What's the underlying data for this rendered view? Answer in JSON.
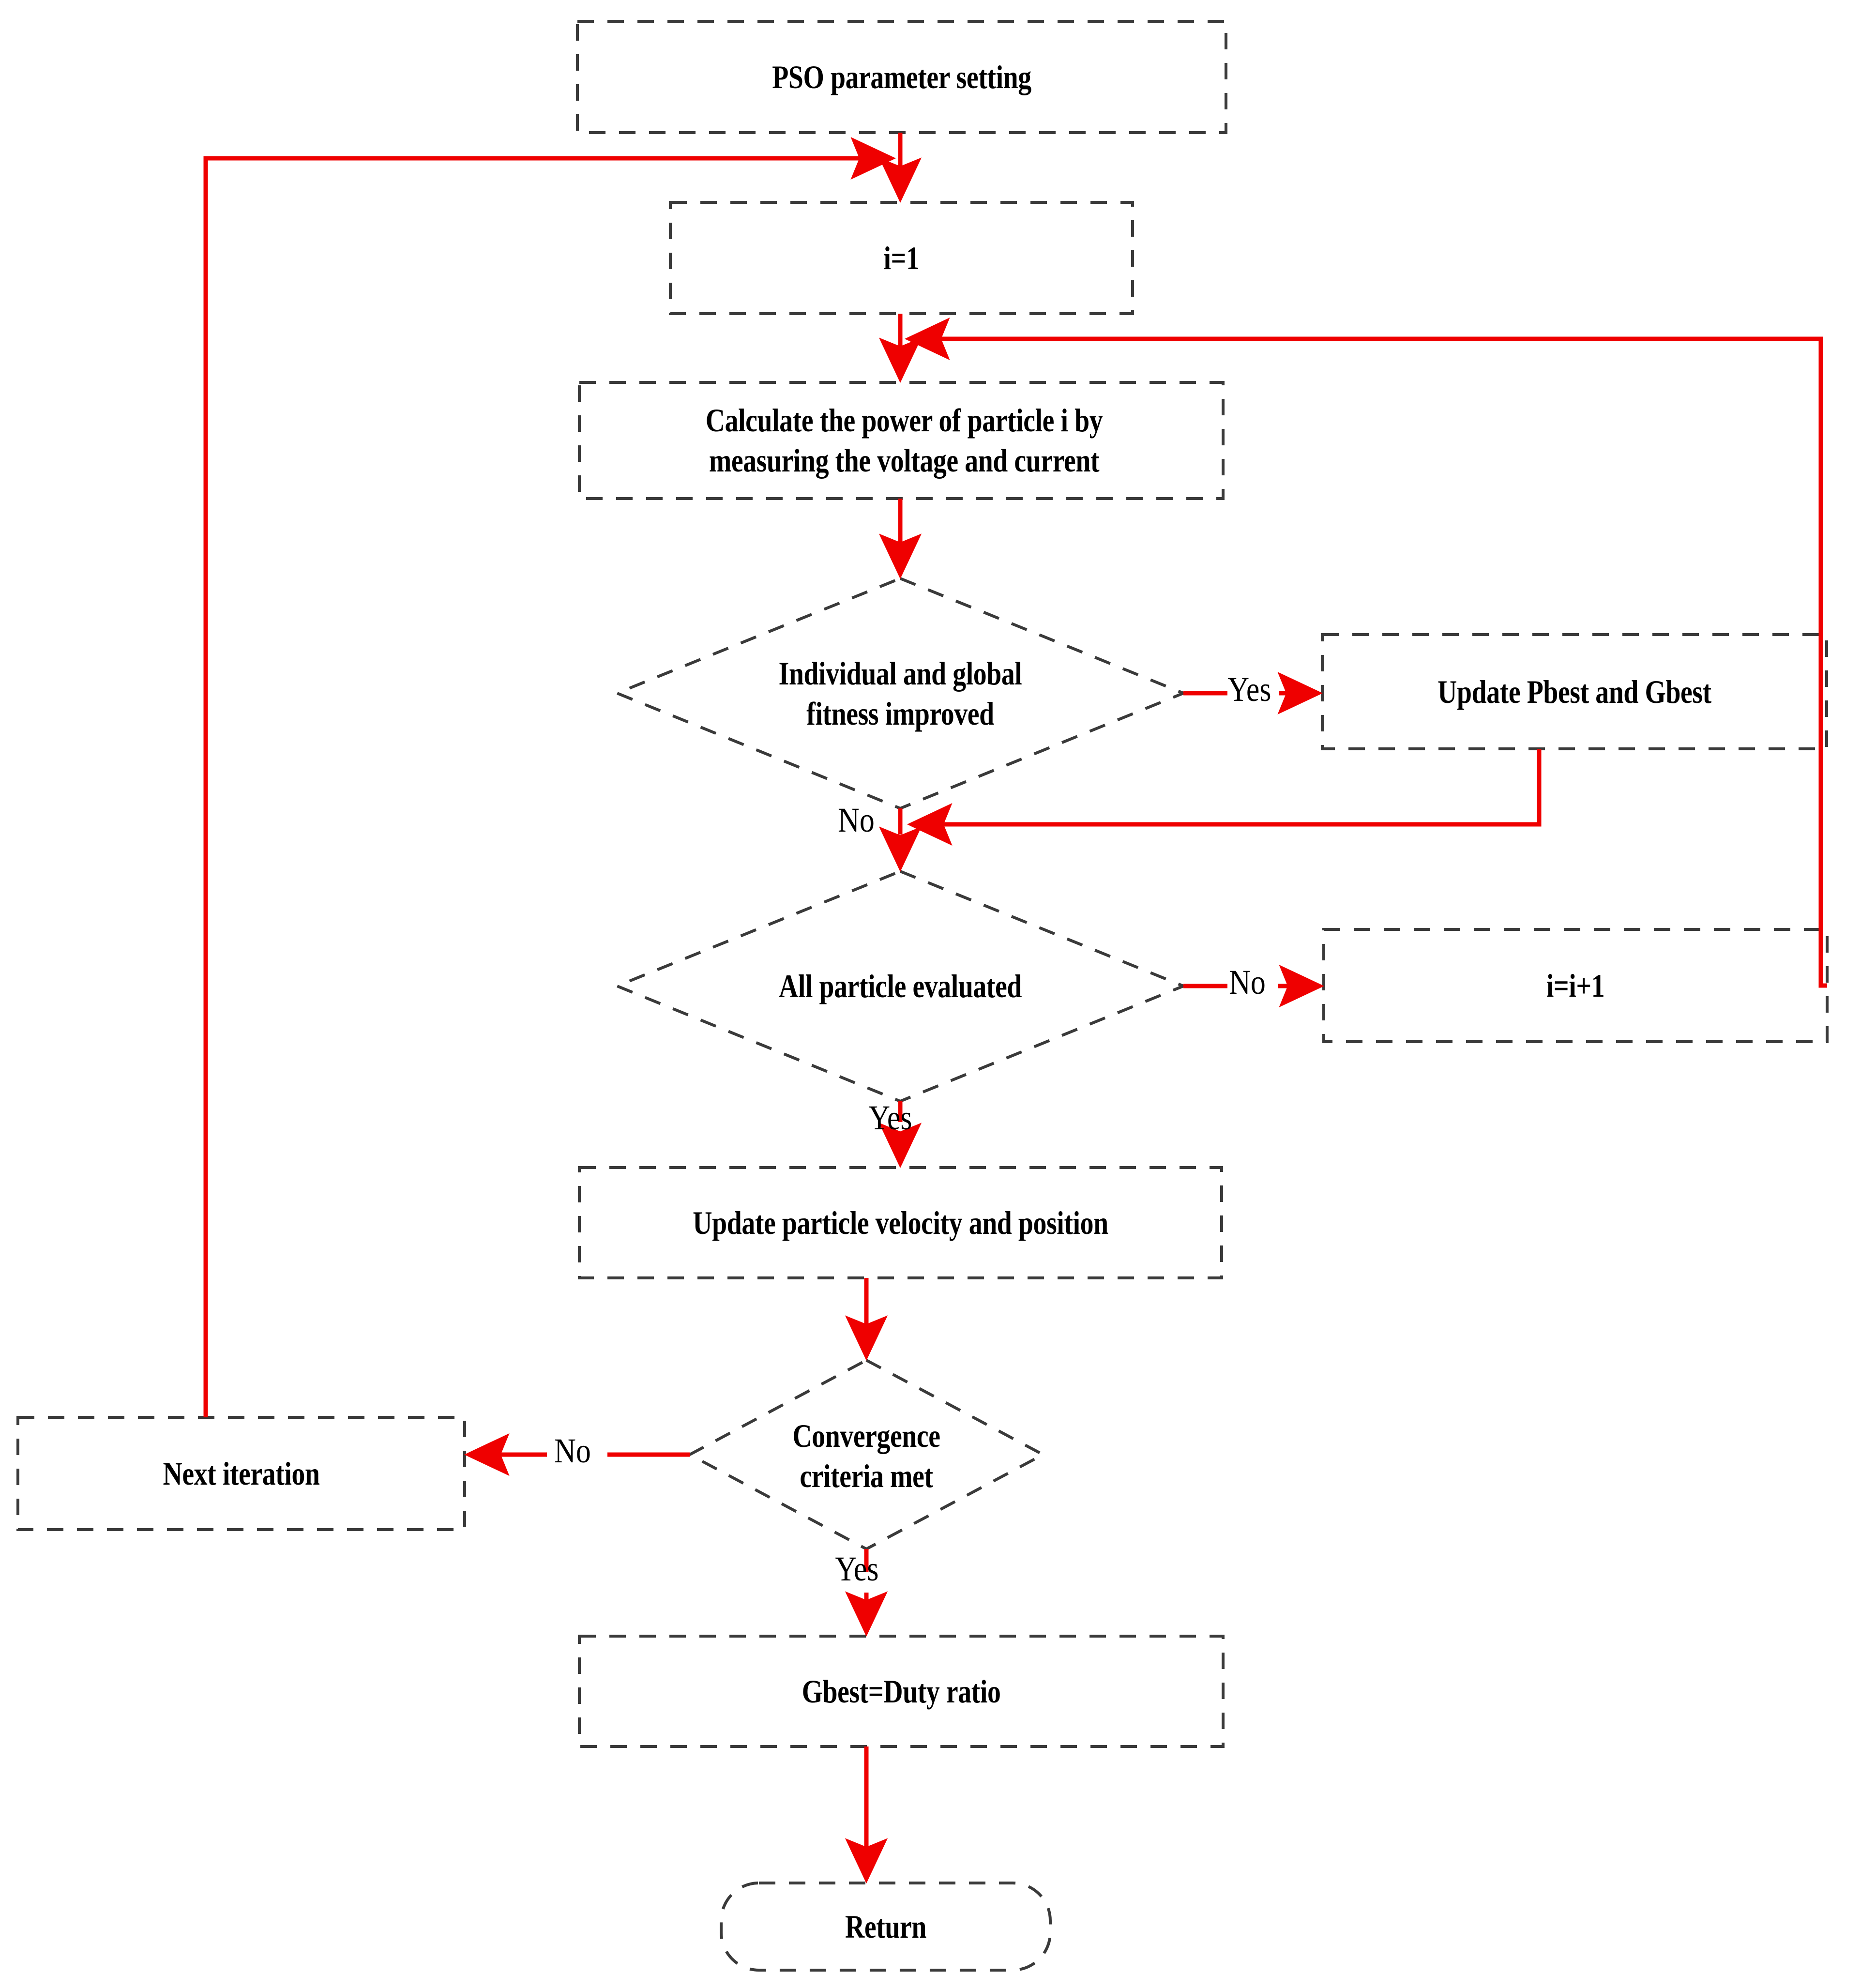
{
  "diagram": {
    "type": "flowchart",
    "title": "PSO MPPT algorithm flowchart",
    "colors": {
      "arrow": "#ef0000",
      "shape_border": "#3a3a3a",
      "text": "#000000",
      "background": "#ffffff"
    },
    "nodes": [
      {
        "id": "pso-parameter-setting",
        "shape": "process",
        "text": "PSO parameter setting"
      },
      {
        "id": "i-init",
        "shape": "process",
        "text": "i=1"
      },
      {
        "id": "calculate-power",
        "shape": "process",
        "text": "Calculate the power of particle i by measuring the voltage and current"
      },
      {
        "id": "fitness-improved",
        "shape": "decision",
        "text": "Individual and global fitness improved"
      },
      {
        "id": "update-pbest-gbest",
        "shape": "process",
        "text": "Update Pbest and Gbest"
      },
      {
        "id": "all-particle-evaluated",
        "shape": "decision",
        "text": "All particle evaluated"
      },
      {
        "id": "i-increment",
        "shape": "process",
        "text": "i=i+1"
      },
      {
        "id": "update-velocity",
        "shape": "process",
        "text": "Update particle velocity and position"
      },
      {
        "id": "convergence-criteria",
        "shape": "decision",
        "text": "Convergence criteria met"
      },
      {
        "id": "next-iteration",
        "shape": "process",
        "text": "Next iteration"
      },
      {
        "id": "gbest-duty-ratio",
        "shape": "process",
        "text": "Gbest=Duty ratio"
      },
      {
        "id": "return",
        "shape": "terminator",
        "text": "Return"
      }
    ],
    "edge_labels": [
      {
        "id": "fitness-yes",
        "text": "Yes",
        "from": "fitness-improved",
        "to": "update-pbest-gbest"
      },
      {
        "id": "fitness-no",
        "text": "No",
        "from": "fitness-improved",
        "to": "all-particle-evaluated"
      },
      {
        "id": "evaluated-no",
        "text": "No",
        "from": "all-particle-evaluated",
        "to": "i-increment"
      },
      {
        "id": "evaluated-yes",
        "text": "Yes",
        "from": "all-particle-evaluated",
        "to": "update-velocity"
      },
      {
        "id": "convergence-no",
        "text": "No",
        "from": "convergence-criteria",
        "to": "next-iteration"
      },
      {
        "id": "convergence-yes",
        "text": "Yes",
        "from": "convergence-criteria",
        "to": "gbest-duty-ratio"
      }
    ]
  }
}
